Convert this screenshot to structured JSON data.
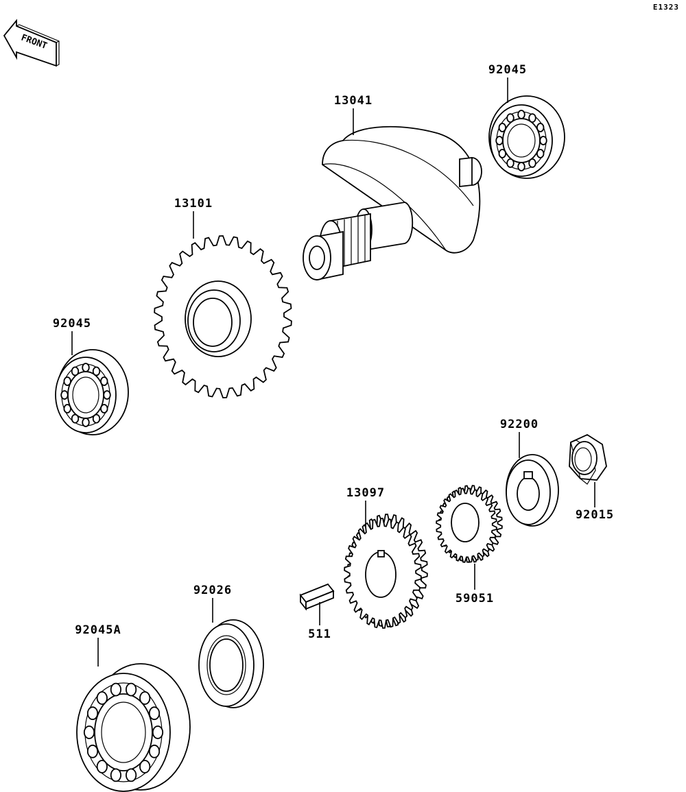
{
  "diagram_id": "E1323",
  "front_label": "FRONT",
  "parts": [
    {
      "code": "13041"
    },
    {
      "code": "92045"
    },
    {
      "code": "13101"
    },
    {
      "code": "92045"
    },
    {
      "code": "92200"
    },
    {
      "code": "92015"
    },
    {
      "code": "13097"
    },
    {
      "code": "59051"
    },
    {
      "code": "92026"
    },
    {
      "code": "92045A"
    },
    {
      "code": "511"
    }
  ]
}
